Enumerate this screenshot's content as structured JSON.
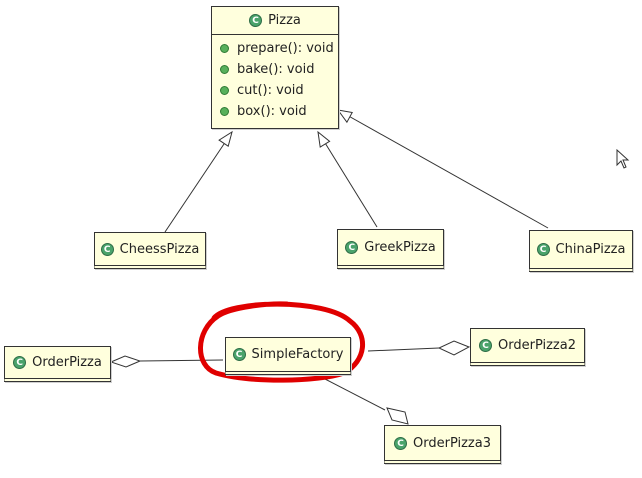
{
  "diagram": {
    "classes": {
      "pizza": {
        "name": "Pizza",
        "icon": "class-icon",
        "methods": [
          "prepare(): void",
          "bake(): void",
          "cut(): void",
          "box(): void"
        ]
      },
      "cheess_pizza": {
        "name": "CheessPizza",
        "icon": "class-icon"
      },
      "greek_pizza": {
        "name": "GreekPizza",
        "icon": "class-icon"
      },
      "china_pizza": {
        "name": "ChinaPizza",
        "icon": "class-icon"
      },
      "simple_factory": {
        "name": "SimpleFactory",
        "icon": "class-icon"
      },
      "order_pizza": {
        "name": "OrderPizza",
        "icon": "class-icon"
      },
      "order_pizza2": {
        "name": "OrderPizza2",
        "icon": "class-icon"
      },
      "order_pizza3": {
        "name": "OrderPizza3",
        "icon": "class-icon"
      }
    },
    "relationships": [
      {
        "type": "inheritance",
        "from": "CheessPizza",
        "to": "Pizza"
      },
      {
        "type": "inheritance",
        "from": "GreekPizza",
        "to": "Pizza"
      },
      {
        "type": "inheritance",
        "from": "ChinaPizza",
        "to": "Pizza"
      },
      {
        "type": "aggregation",
        "from": "SimpleFactory",
        "to": "OrderPizza"
      },
      {
        "type": "aggregation",
        "from": "SimpleFactory",
        "to": "OrderPizza2"
      },
      {
        "type": "aggregation",
        "from": "SimpleFactory",
        "to": "OrderPizza3"
      }
    ],
    "highlight": {
      "target": "SimpleFactory",
      "color": "#e00000"
    },
    "colors": {
      "class_fill": "#ffffdd",
      "class_icon": "#4aa36b",
      "method_icon": "#58b05b",
      "border": "#333333"
    },
    "cursor": "mouse-pointer-icon"
  }
}
